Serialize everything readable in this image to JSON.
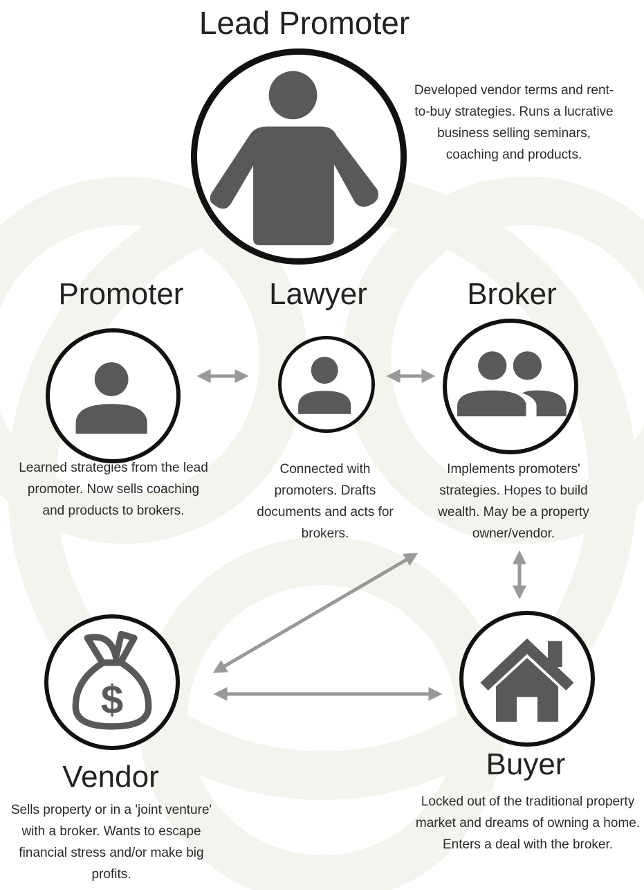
{
  "lead_promoter": {
    "title": "Lead Promoter",
    "description": "Developed vendor terms and rent-to-buy strategies. Runs a lucrative business selling seminars, coaching and products."
  },
  "promoter": {
    "title": "Promoter",
    "description": "Learned strategies from the lead promoter. Now sells coaching and products to brokers."
  },
  "lawyer": {
    "title": "Lawyer",
    "description": "Connected with promoters. Drafts documents and acts for brokers."
  },
  "broker": {
    "title": "Broker",
    "description": "Implements promoters' strategies. Hopes to build wealth. May be a property owner/vendor."
  },
  "vendor": {
    "title": "Vendor",
    "description": "Sells property or in a 'joint venture' with a broker. Wants to escape financial stress and/or make big profits."
  },
  "buyer": {
    "title": "Buyer",
    "description": "Locked out of the traditional property market and dreams of owning a home. Enters a deal with the broker."
  },
  "colors": {
    "icon": "#595959",
    "arrow": "#999999",
    "circle_border": "#111111",
    "background_pattern": "#f3f4ee"
  },
  "icons": {
    "lead_promoter": "person-icon",
    "promoter": "user-icon",
    "lawyer": "user-icon",
    "broker": "users-icon",
    "vendor": "money-bag-icon",
    "buyer": "house-icon"
  }
}
